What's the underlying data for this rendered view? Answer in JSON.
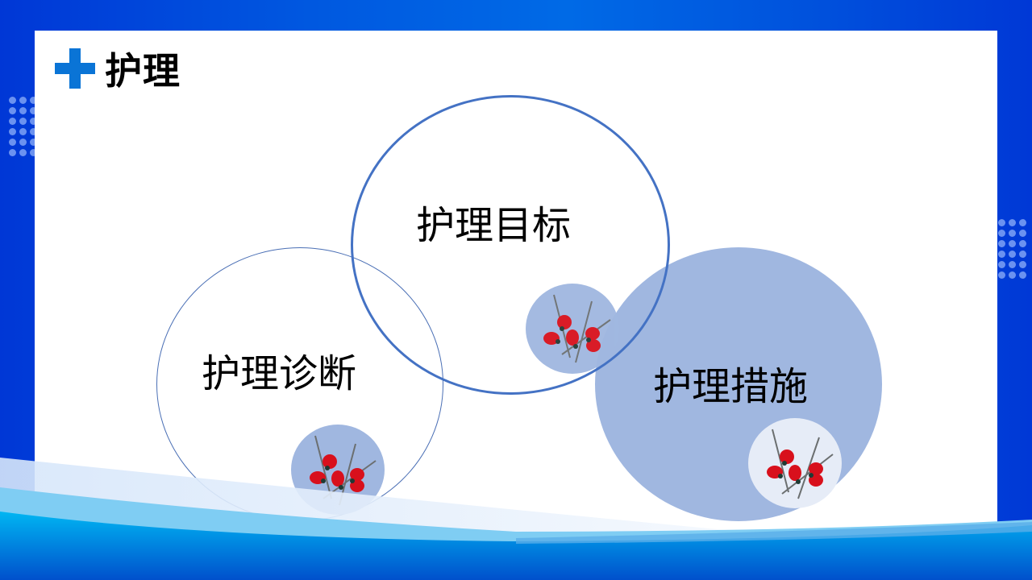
{
  "slide": {
    "title": "护理",
    "title_icon": "plus-icon",
    "colors": {
      "frame_blue": "#0040d8",
      "accent_blue": "#0a74d6",
      "circle_stroke": "#4472c4",
      "circle_fill": "#a0b7e0",
      "badge_light": "#e6ecf7",
      "wave_light": "#7cc8f2",
      "wave_mid": "#00b0f0"
    }
  },
  "circles": [
    {
      "id": "diagnosis",
      "label": "护理诊断",
      "style": "outline-thin",
      "badge_icon": "red-flowers-icon"
    },
    {
      "id": "goal",
      "label": "护理目标",
      "style": "outline-thick",
      "badge_icon": "red-flowers-icon"
    },
    {
      "id": "measure",
      "label": "护理措施",
      "style": "filled",
      "badge_icon": "red-flowers-icon"
    }
  ]
}
